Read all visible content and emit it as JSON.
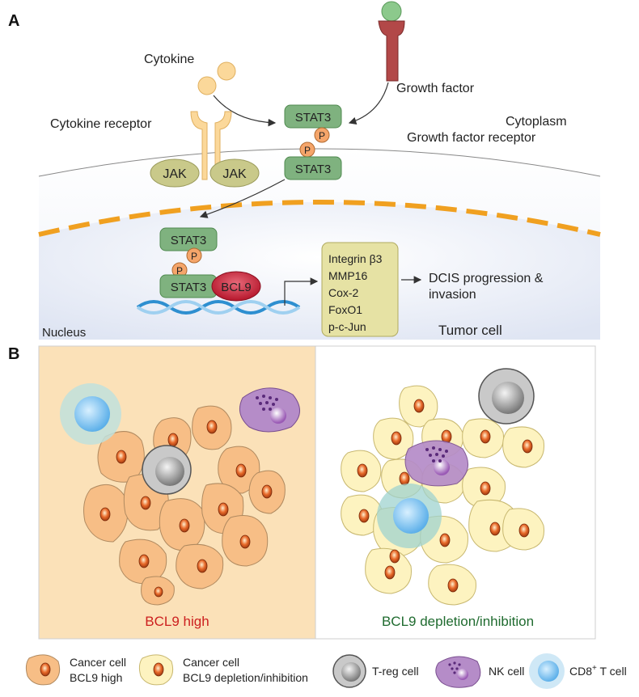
{
  "panel_a": {
    "letter": "A",
    "labels": {
      "cytokine": "Cytokine",
      "cytokine_receptor": "Cytokine receptor",
      "growth_factor": "Growth factor",
      "cytoplasm": "Cytoplasm",
      "growth_factor_receptor": "Growth factor receptor",
      "jak": "JAK",
      "stat3": "STAT3",
      "phospho": "P",
      "bcl9": "BCL9",
      "nucleus": "Nucleus",
      "tumor_cell": "Tumor cell",
      "outcome_line1": "DCIS progression &",
      "outcome_line2": "invasion"
    },
    "target_genes": [
      "Integrin β3",
      "MMP16",
      "Cox-2",
      "FoxO1",
      "p-c-Jun"
    ]
  },
  "panel_b": {
    "letter": "B",
    "left_title": "BCL9 high",
    "right_title": "BCL9 depletion/inhibition",
    "colors": {
      "left_title": "#cc1f1f",
      "right_title": "#1f6b2f"
    }
  },
  "legend": {
    "cancer_high_line1": "Cancer cell",
    "cancer_high_line2": "BCL9 high",
    "cancer_depl_line1": "Cancer cell",
    "cancer_depl_line2": "BCL9 depletion/inhibition",
    "treg": "T-reg cell",
    "nk": "NK cell",
    "cd8_base": "CD8",
    "cd8_sup": "+",
    "cd8_tail": " T cell"
  }
}
